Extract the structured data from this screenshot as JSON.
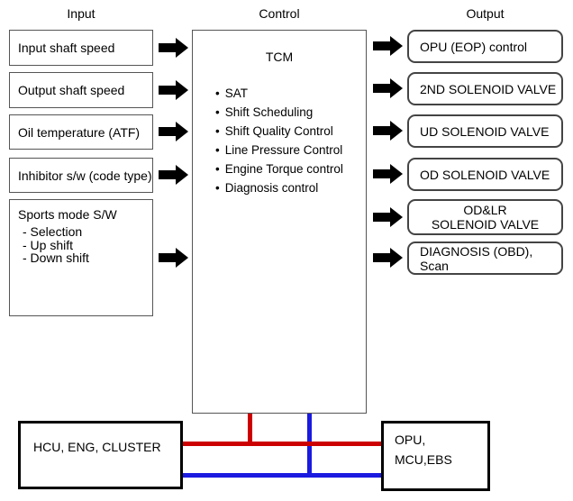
{
  "headers": {
    "input": "Input",
    "control": "Control",
    "output": "Output"
  },
  "inputs": [
    {
      "label": "Input shaft speed"
    },
    {
      "label": "Output shaft speed"
    },
    {
      "label": "Oil temperature (ATF)"
    },
    {
      "label": "Inhibitor s/w (code type)"
    },
    {
      "label": "Sports mode S/W",
      "sub_items": [
        "- Selection",
        "- Up shift",
        "- Down shift"
      ]
    }
  ],
  "control": {
    "title": "TCM",
    "bullet": "•",
    "functions": [
      "SAT",
      "Shift Scheduling",
      "Shift Quality Control",
      "Line Pressure Control",
      "Engine Torque control",
      "Diagnosis control"
    ]
  },
  "outputs": [
    "OPU (EOP) control",
    "2ND SOLENOID VALVE",
    "UD SOLENOID VALVE",
    "OD SOLENOID VALVE",
    "OD&LR SOLENOID VALVE",
    "DIAGNOSIS (OBD), Scan"
  ],
  "bottom": {
    "left_box": "HCU, ENG, CLUSTER",
    "right_box_line1": "OPU,",
    "right_box_line2": "MCU,EBS"
  },
  "colors": {
    "bus_red": "#cc0000",
    "bus_blue": "#1a1ae0",
    "arrow": "#000000"
  }
}
